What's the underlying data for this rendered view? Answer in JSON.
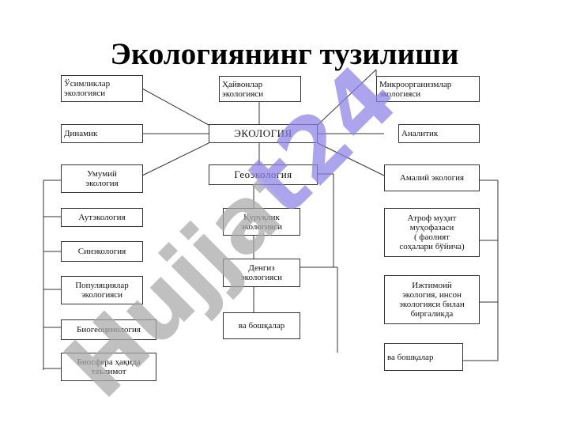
{
  "title": "Экологиянинг тузилиши",
  "nodes": {
    "plant": "Ўсимликлар\nэкологияси",
    "animal": "Ҳайвонлар\nэкологияси",
    "micro": "Микроорганизмлар\nэкологияси",
    "dynamic": "Динамик",
    "ecology": "ЭКОЛОГИЯ",
    "analytic": "Аналитик",
    "general": "Умумий\nэкология",
    "geo": "Геоэкология",
    "applied": "Амалий экология",
    "aut": "Аутэкология",
    "land": "Қуруқлик\nэкологияси",
    "env": "Атроф муҳит\nмуҳофазаси\n( фаолият\nсоҳалари бўйича)",
    "syn": "Синэкология",
    "sea": "Денгиз\nэкологияси",
    "pop": "Популяциялар\nэкологияси",
    "social": "Ижтимоий\nэкология, инсон\nэкологияси билан\nбиргаликда",
    "others_geo": "ва бошқалар",
    "biogeo": "Биогеоценология",
    "others_app": "ва бошқалар",
    "biosphere": "Биосфера ҳақида\nтаълимот"
  },
  "watermark": {
    "text": "Hujjat24",
    "color": "#8c80e6"
  }
}
